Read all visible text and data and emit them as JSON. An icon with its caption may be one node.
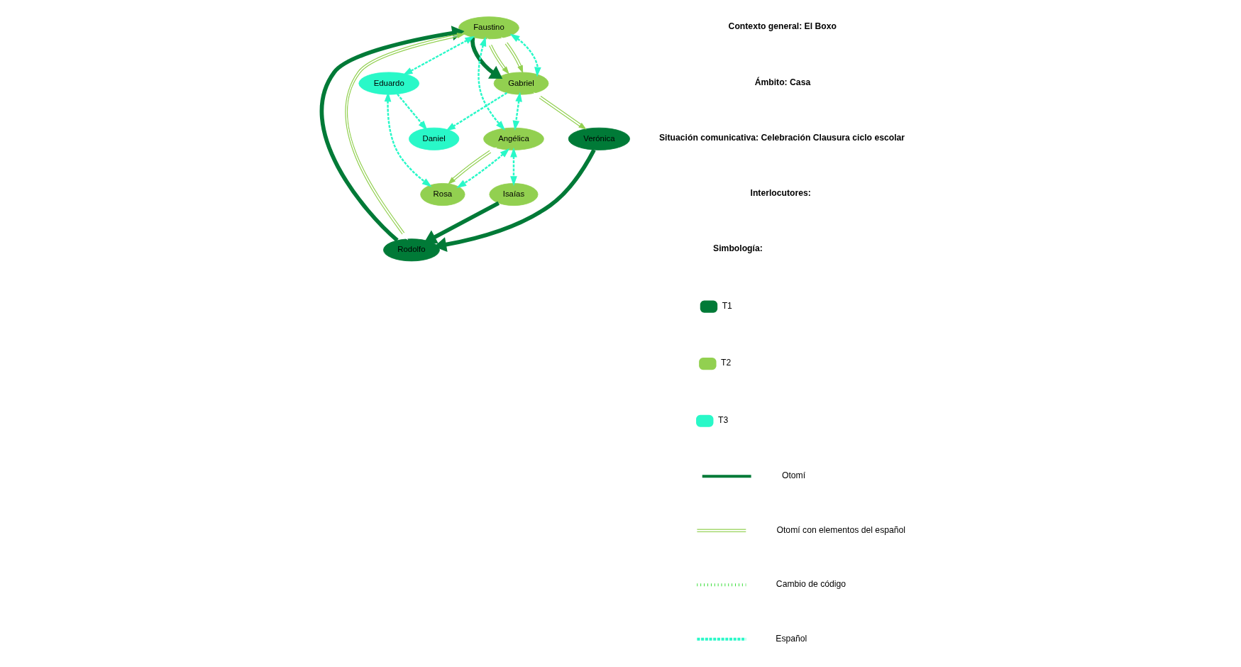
{
  "diagram": {
    "nodes": [
      {
        "text": [
          "Faustino"
        ]
      },
      {
        "text": [
          "Rodolfo"
        ]
      },
      {
        "text": [
          "Gabriel"
        ]
      },
      {
        "text": [
          "Daniel"
        ]
      },
      {
        "text": [
          "Verónica"
        ]
      },
      {
        "text": [
          "Angélica"
        ]
      },
      {
        "text": [
          "Isaías"
        ]
      },
      {
        "text": [
          "Eduardo"
        ]
      },
      {
        "text": [
          "Rosa"
        ]
      }
    ],
    "edges": [
      {
        "from": 1,
        "to": 0,
        "arrow": "to",
        "style": "thick",
        "color": "#007a37"
      },
      {
        "from": 1,
        "to": 0,
        "arrow": "both",
        "color": "#92d050"
      },
      {
        "from": 0,
        "to": 2,
        "arrow": "to",
        "style": "thick",
        "color": "#007a37"
      },
      {
        "from": 0,
        "to": 2,
        "arrow": "both",
        "color": "#92d050"
      },
      {
        "from": 0,
        "to": 2,
        "arrow": "both",
        "color": "#92d050"
      },
      {
        "from": 2,
        "to": 3,
        "arrow": "to",
        "style": "dashed"
      },
      {
        "from": 0,
        "to": 2,
        "arrow": "both",
        "style": "dashed"
      },
      {
        "from": 4,
        "to": 1,
        "arrow": "to",
        "style": "thick",
        "color": "#007a37"
      },
      {
        "from": 6,
        "to": 1,
        "arrow": "to",
        "style": "thick",
        "color": "#007a37"
      },
      {
        "from": 2,
        "to": 4,
        "arrow": "both",
        "color": "#92d050"
      },
      {
        "from": 7,
        "to": 3,
        "arrow": "to",
        "style": "dashed"
      },
      {
        "from": 0,
        "to": 7,
        "arrow": "both",
        "style": "dashed"
      },
      {
        "from": 0,
        "to": 5,
        "arrow": "both",
        "style": "dashed"
      },
      {
        "from": 2,
        "to": 5,
        "arrow": "both",
        "style": "dashed"
      },
      {
        "from": 5,
        "to": 6,
        "arrow": "both",
        "style": "dashed"
      },
      {
        "from": 5,
        "to": 8,
        "arrow": "both",
        "color": "#92d050"
      },
      {
        "from": 5,
        "to": 8,
        "arrow": "both",
        "style": "dashed"
      },
      {
        "from": 7,
        "to": 8,
        "arrow": "both",
        "style": "dashed"
      }
    ],
    "labels": [
      "Contexto general: El Boxo",
      "Ámbito: Casa",
      "Situación comunicativa: Celebración Clausura ciclo escolar",
      "Interlocutores:",
      "Simbología:"
    ],
    "legend": [
      {
        "text": "T1",
        "color": "#007a37"
      },
      {
        "text": "T2",
        "color": "#92d050"
      },
      {
        "text": "T3",
        "color": "#29f8c8"
      },
      {
        "text": "Otomí"
      },
      {
        "text": "Otomí con elementos del español"
      },
      {
        "text": "Cambio de código"
      },
      {
        "text": "Español"
      }
    ]
  }
}
